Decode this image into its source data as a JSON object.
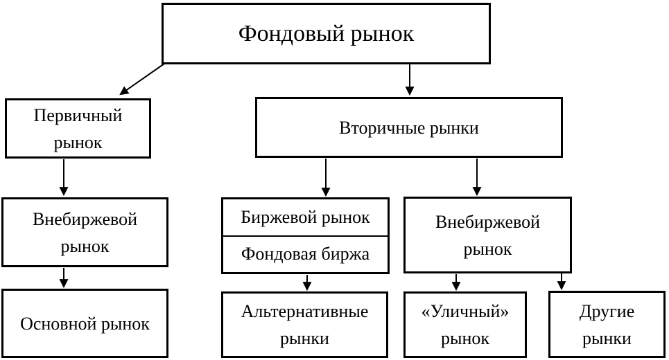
{
  "canvas": {
    "background_color": "#ffffff",
    "line_color": "#000000",
    "text_color": "#000000"
  },
  "diagram": {
    "title": "Фондовый рынок",
    "nodes": {
      "fondovyy_rynok": {
        "label": "Фондовый рынок"
      },
      "pervichnyy_rynok": {
        "label": "Первичный рынок"
      },
      "vtorichnye_rynki": {
        "label": "Вторичные рынки"
      },
      "vnebirzhevoy_rynok_left": {
        "label": "Внебиржевой рынок"
      },
      "osnovnoy_rynok": {
        "label": "Основной рынок"
      },
      "birzhevoy_rynok": {
        "label": "Биржевой рынок"
      },
      "fondovaya_birzha": {
        "label": "Фондовая биржа"
      },
      "vnebirzhevoy_rynok_right": {
        "label": "Внебиржевой рынок"
      },
      "alternativnye_rynki": {
        "label": "Альтернативные рынки"
      },
      "ulichnyy_rynok": {
        "label": "«Уличный» рынок"
      },
      "drugie_rynki": {
        "label": "Другие рынки"
      }
    },
    "edges": [
      {
        "from": "Фондовый рынок",
        "to": "Первичный рынок"
      },
      {
        "from": "Фондовый рынок",
        "to": "Вторичные рынки"
      },
      {
        "from": "Первичный рынок",
        "to": "Внебиржевой рынок"
      },
      {
        "from": "Внебиржевой рынок (первичный)",
        "to": "Основной рынок"
      },
      {
        "from": "Вторичные рынки",
        "to": "Биржевой рынок / Фондовая биржа"
      },
      {
        "from": "Вторичные рынки",
        "to": "Внебиржевой рынок"
      },
      {
        "from": "Биржевой рынок / Фондовая биржа",
        "to": "Альтернативные рынки"
      },
      {
        "from": "Внебиржевой рынок (вторичный)",
        "to": "«Уличный» рынок"
      },
      {
        "from": "Внебиржевой рынок (вторичный)",
        "to": "Другие рынки"
      }
    ]
  }
}
